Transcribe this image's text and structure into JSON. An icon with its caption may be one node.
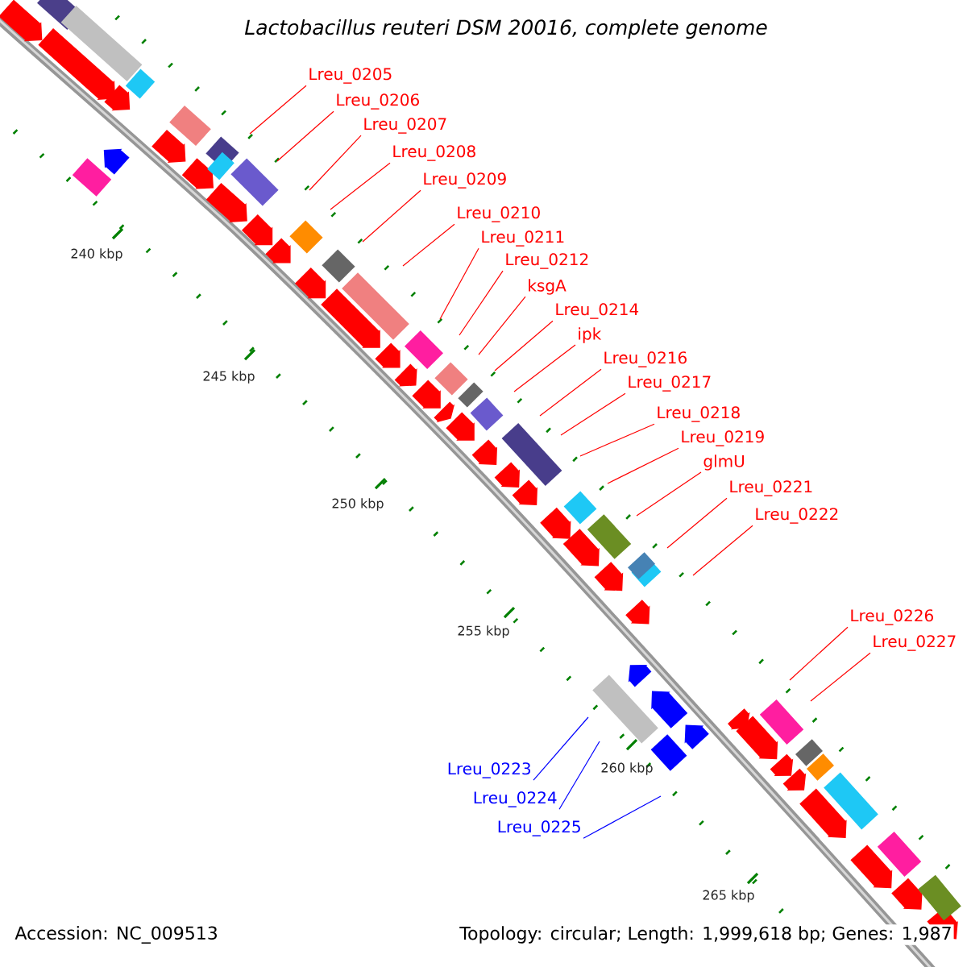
{
  "diagram": {
    "title": "*Lactobacillus reuteri* DSM 20016, complete genome",
    "nodes": [
      {
        "text": [
          "Lreu_0205"
        ]
      },
      {
        "text": [
          "Lreu_0206"
        ]
      },
      {
        "text": [
          "Lreu_0207"
        ]
      },
      {
        "text": [
          "Lreu_0208"
        ]
      },
      {
        "text": [
          "Lreu_0209"
        ]
      },
      {
        "text": [
          "Lreu_0210"
        ]
      },
      {
        "text": [
          "Lreu_0211"
        ]
      },
      {
        "text": [
          "Lreu_0212"
        ]
      },
      {
        "text": [
          "ksgA"
        ]
      },
      {
        "text": [
          "Lreu_0214"
        ]
      },
      {
        "text": [
          "ipk"
        ]
      },
      {
        "text": [
          "Lreu_0216"
        ]
      },
      {
        "text": [
          "Lreu_0217"
        ]
      },
      {
        "text": [
          "Lreu_0218"
        ]
      },
      {
        "text": [
          "Lreu_0219"
        ]
      },
      {
        "text": [
          "glmU"
        ]
      },
      {
        "text": [
          "Lreu_0221"
        ]
      },
      {
        "text": [
          "Lreu_0222"
        ]
      },
      {
        "text": [
          "Lreu_0226"
        ]
      },
      {
        "text": [
          "Lreu_0227"
        ]
      },
      {
        "text": [
          "Lreu_0223"
        ]
      },
      {
        "text": [
          "Lreu_0224"
        ]
      },
      {
        "text": [
          "Lreu_0225"
        ]
      }
    ],
    "edges": [
      {
        "from": 0,
        "to": null,
        "arrow": "none"
      },
      {
        "from": 1,
        "to": null,
        "arrow": "none"
      },
      {
        "from": 2,
        "to": null,
        "arrow": "none"
      },
      {
        "from": 3,
        "to": null,
        "arrow": "none"
      },
      {
        "from": 4,
        "to": null,
        "arrow": "none"
      },
      {
        "from": 5,
        "to": null,
        "arrow": "none"
      },
      {
        "from": 6,
        "to": null,
        "arrow": "none"
      },
      {
        "from": 7,
        "to": null,
        "arrow": "none"
      },
      {
        "from": 8,
        "to": null,
        "arrow": "none"
      },
      {
        "from": 9,
        "to": null,
        "arrow": "none"
      },
      {
        "from": 10,
        "to": null,
        "arrow": "none"
      },
      {
        "from": 11,
        "to": null,
        "arrow": "none"
      },
      {
        "from": 12,
        "to": null,
        "arrow": "none"
      },
      {
        "from": 13,
        "to": null,
        "arrow": "none"
      },
      {
        "from": 14,
        "to": null,
        "arrow": "none"
      },
      {
        "from": 15,
        "to": null,
        "arrow": "none"
      },
      {
        "from": 16,
        "to": null,
        "arrow": "none"
      },
      {
        "from": 17,
        "to": null,
        "arrow": "none"
      },
      {
        "from": 18,
        "to": null,
        "arrow": "none"
      },
      {
        "from": 19,
        "to": null,
        "arrow": "none"
      },
      {
        "from": 20,
        "to": null,
        "arrow": "none",
        "color": "#0000ff"
      },
      {
        "from": 21,
        "to": null,
        "arrow": "none",
        "color": "#0000ff"
      },
      {
        "from": 22,
        "to": null,
        "arrow": "none",
        "color": "#0000ff"
      }
    ],
    "labels": [
      "240 kbp",
      "245 kbp",
      "250 kbp",
      "255 kbp",
      "260 kbp",
      "265 kbp",
      "Accession: NC_009513",
      "Topology: circular; Length: 1,999,618 bp; Genes: 1,987"
    ]
  }
}
